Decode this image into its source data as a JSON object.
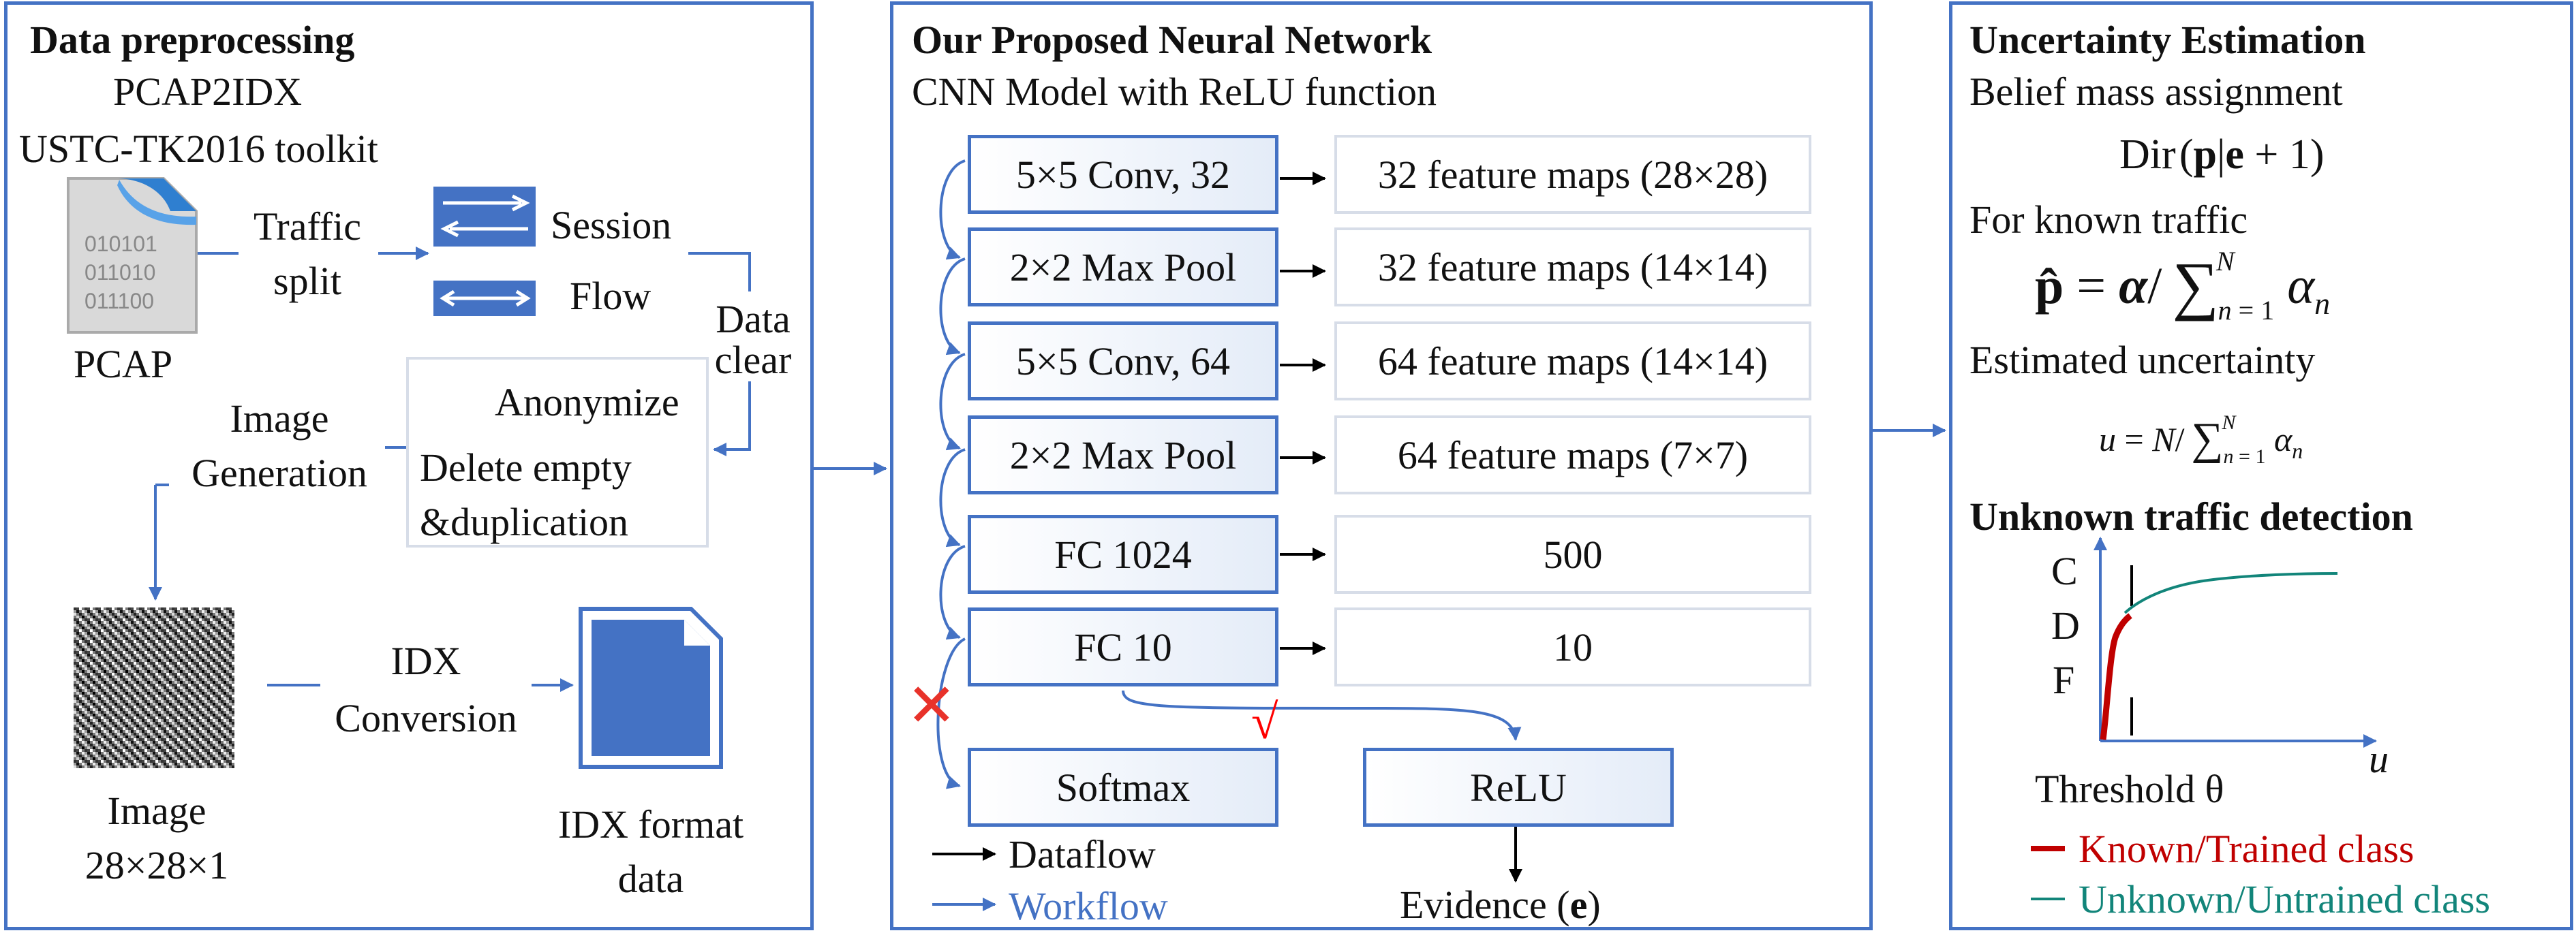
{
  "left": {
    "title": "Data preprocessing",
    "tool_line1": "PCAP2IDX",
    "tool_line2": "USTC-TK2016 toolkit",
    "pcap_label": "PCAP",
    "pcap_file_bits": [
      "010101",
      "011010",
      "011100"
    ],
    "traffic_split": [
      "Traffic",
      "split"
    ],
    "session_label": "Session",
    "flow_label": "Flow",
    "data_clear": [
      "Data",
      "clear"
    ],
    "anonymize_label": "Anonymize",
    "delete_label": [
      "Delete empty",
      "&duplication"
    ],
    "image_generation": [
      "Image",
      "Generation"
    ],
    "idx_conversion": [
      "IDX",
      "Conversion"
    ],
    "image_label": [
      "Image",
      "28×28×1"
    ],
    "idx_format": [
      "IDX format",
      "data"
    ]
  },
  "middle": {
    "title": "Our Proposed Neural Network",
    "subtitle": "CNN Model with ReLU function",
    "layers": [
      {
        "name": "5×5 Conv, 32",
        "output": "32 feature maps (28×28)"
      },
      {
        "name": "2×2 Max Pool",
        "output": "32 feature maps (14×14)"
      },
      {
        "name": "5×5 Conv, 64",
        "output": "64 feature maps (14×14)"
      },
      {
        "name": "2×2 Max Pool",
        "output": "64 feature maps (7×7)"
      },
      {
        "name": "FC 1024",
        "output": "500"
      },
      {
        "name": "FC 10",
        "output": "10"
      }
    ],
    "softmax": "Softmax",
    "relu": "ReLU",
    "evidence_prefix": "Evidence (",
    "evidence_var": "e",
    "evidence_suffix": ")",
    "legend_dataflow": "Dataflow",
    "legend_workflow": "Workflow",
    "reject_mark": "✕",
    "accept_mark": "√"
  },
  "right": {
    "title": "Uncertainty Estimation",
    "belief": "Belief mass assignment",
    "dir_formula": "Dir",
    "known_traffic": "For known traffic",
    "estimated_uncertainty": "Estimated uncertainty",
    "unknown_title": "Unknown traffic detection",
    "axis_labels": [
      "C",
      "D",
      "F"
    ],
    "threshold_label": "Threshold θ",
    "x_axis_var": "u",
    "legend_known": "Known/Trained class",
    "legend_unknown": "Unknown/Untrained class"
  },
  "colors": {
    "blue": "#4472C4",
    "red": "#C00000",
    "teal": "#12857A",
    "black": "#000000"
  }
}
